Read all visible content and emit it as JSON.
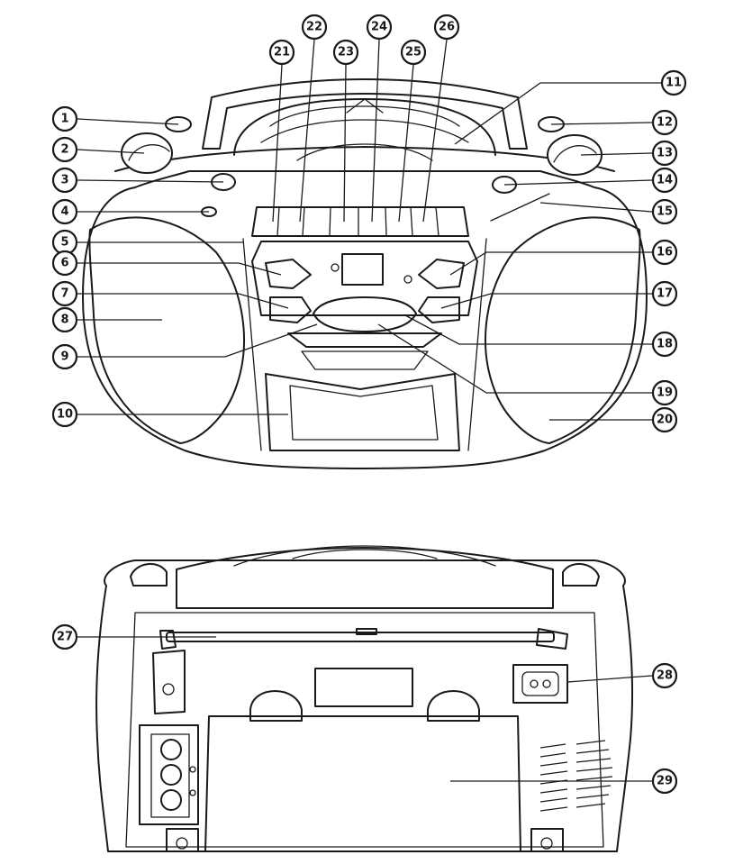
{
  "callouts": {
    "front": [
      "1",
      "2",
      "3",
      "4",
      "5",
      "6",
      "7",
      "8",
      "9",
      "10",
      "11",
      "12",
      "13",
      "14",
      "15",
      "16",
      "17",
      "18",
      "19",
      "20",
      "21",
      "22",
      "23",
      "24",
      "25",
      "26"
    ],
    "back": [
      "27",
      "28",
      "29"
    ]
  }
}
